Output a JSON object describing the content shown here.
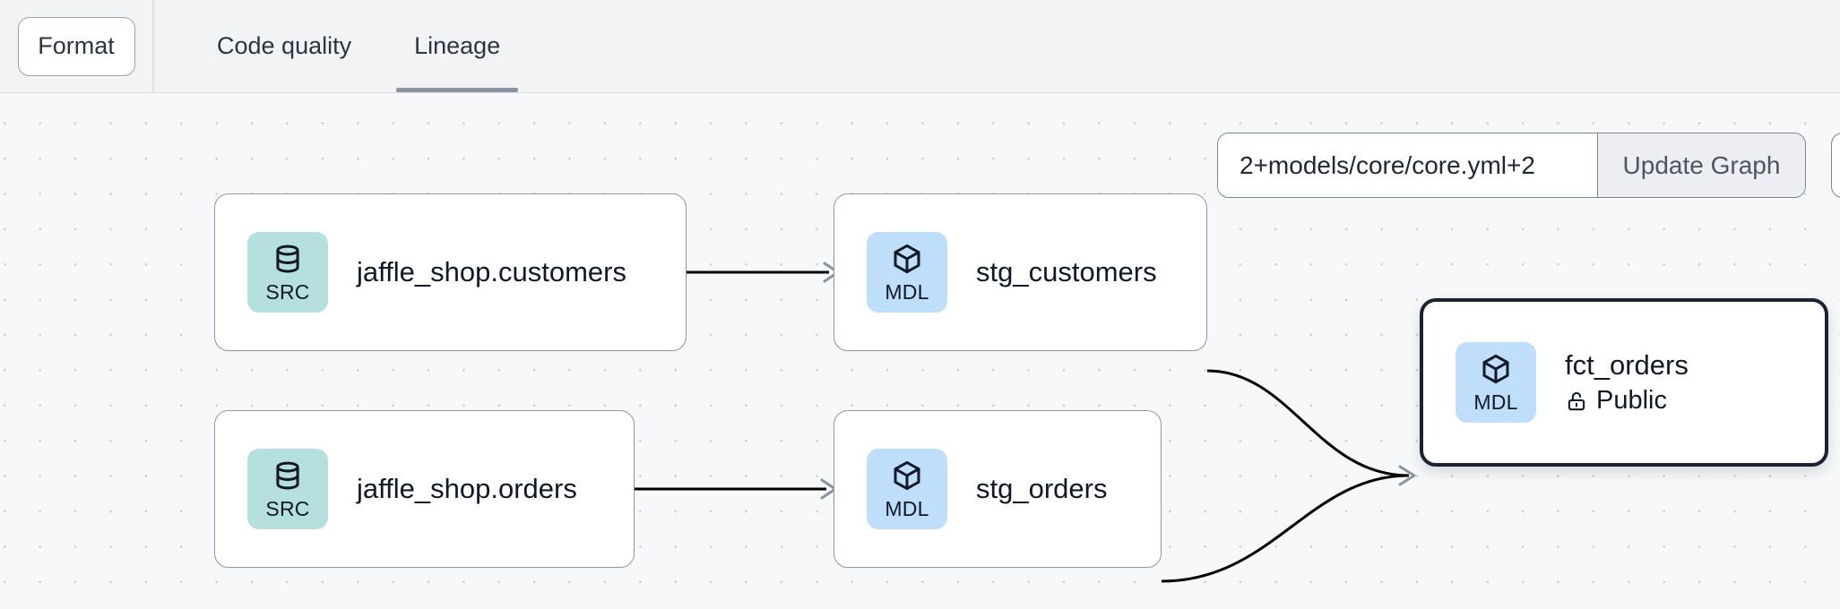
{
  "header": {
    "format_button_label": "Format",
    "tabs": [
      {
        "label": "Code quality",
        "active": false
      },
      {
        "label": "Lineage",
        "active": true
      }
    ]
  },
  "toolbar": {
    "selector_value": "2+models/core/core.yml+2",
    "selector_placeholder": "2+models/core/core.yml+2",
    "update_graph_label": "Update Graph"
  },
  "graph": {
    "nodes": [
      {
        "id": "jaffle_shop_customers",
        "title": "jaffle_shop.customers",
        "badge_label": "SRC",
        "badge_type": "src",
        "badge_icon": "database-icon",
        "selected": false,
        "meta": null
      },
      {
        "id": "stg_customers",
        "title": "stg_customers",
        "badge_label": "MDL",
        "badge_type": "mdl",
        "badge_icon": "cube-icon",
        "selected": false,
        "meta": null
      },
      {
        "id": "jaffle_shop_orders",
        "title": "jaffle_shop.orders",
        "badge_label": "SRC",
        "badge_type": "src",
        "badge_icon": "database-icon",
        "selected": false,
        "meta": null
      },
      {
        "id": "stg_orders",
        "title": "stg_orders",
        "badge_label": "MDL",
        "badge_type": "mdl",
        "badge_icon": "cube-icon",
        "selected": false,
        "meta": null
      },
      {
        "id": "fct_orders",
        "title": "fct_orders",
        "badge_label": "MDL",
        "badge_type": "mdl",
        "badge_icon": "cube-icon",
        "selected": true,
        "meta": {
          "label": "Public",
          "icon": "unlock-icon"
        }
      }
    ],
    "edges": [
      {
        "from": "jaffle_shop_customers",
        "to": "stg_customers"
      },
      {
        "from": "jaffle_shop_orders",
        "to": "stg_orders"
      },
      {
        "from": "stg_customers",
        "to": "fct_orders"
      },
      {
        "from": "stg_orders",
        "to": "fct_orders"
      }
    ]
  },
  "colors": {
    "src_badge": "#b5e0dd",
    "mdl_badge": "#bfdefa",
    "canvas_background": "#f7f8fa",
    "header_background": "#f2f3f5",
    "node_border": "#9199a6",
    "selected_node_border": "#1b2333",
    "active_tab_underline": "#8b95a6",
    "edge_stroke": "#000000"
  }
}
